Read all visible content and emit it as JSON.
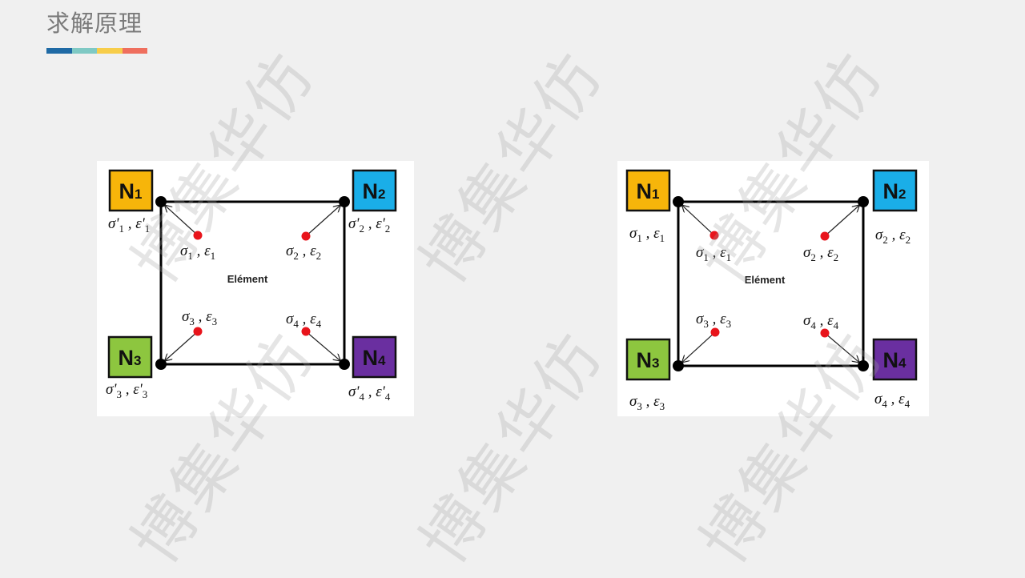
{
  "header": {
    "title": "求解原理",
    "accent_colors": [
      "#1f6aa5",
      "#7fc9c4",
      "#f7cd4a",
      "#ef6f5e"
    ]
  },
  "watermark": "博集华仿",
  "diagrams": [
    {
      "center_label": "Elément",
      "nodes": [
        {
          "label": "N",
          "index": "1",
          "color": "#f7b50a"
        },
        {
          "label": "N",
          "index": "2",
          "color": "#1aaee8"
        },
        {
          "label": "N",
          "index": "3",
          "color": "#8dc63f"
        },
        {
          "label": "N",
          "index": "4",
          "color": "#6a2fa0"
        }
      ],
      "node_values": [
        {
          "sigma": "σ'",
          "eps": "ε'",
          "index": "1"
        },
        {
          "sigma": "σ'",
          "eps": "ε'",
          "index": "2"
        },
        {
          "sigma": "σ'",
          "eps": "ε'",
          "index": "3"
        },
        {
          "sigma": "σ'",
          "eps": "ε'",
          "index": "4"
        }
      ],
      "gauss_values": [
        {
          "sigma": "σ",
          "eps": "ε",
          "index": "1"
        },
        {
          "sigma": "σ",
          "eps": "ε",
          "index": "2"
        },
        {
          "sigma": "σ",
          "eps": "ε",
          "index": "3"
        },
        {
          "sigma": "σ",
          "eps": "ε",
          "index": "4"
        }
      ]
    },
    {
      "center_label": "Elément",
      "nodes": [
        {
          "label": "N",
          "index": "1",
          "color": "#f7b50a"
        },
        {
          "label": "N",
          "index": "2",
          "color": "#1aaee8"
        },
        {
          "label": "N",
          "index": "3",
          "color": "#8dc63f"
        },
        {
          "label": "N",
          "index": "4",
          "color": "#6a2fa0"
        }
      ],
      "node_values": [
        {
          "sigma": "σ",
          "eps": "ε",
          "index": "1"
        },
        {
          "sigma": "σ",
          "eps": "ε",
          "index": "2"
        },
        {
          "sigma": "σ",
          "eps": "ε",
          "index": "3"
        },
        {
          "sigma": "σ",
          "eps": "ε",
          "index": "4"
        }
      ],
      "gauss_values": [
        {
          "sigma": "σ",
          "eps": "ε",
          "index": "1"
        },
        {
          "sigma": "σ",
          "eps": "ε",
          "index": "2"
        },
        {
          "sigma": "σ",
          "eps": "ε",
          "index": "3"
        },
        {
          "sigma": "σ",
          "eps": "ε",
          "index": "4"
        }
      ],
      "gauss_point_color": "#e8141b"
    }
  ]
}
